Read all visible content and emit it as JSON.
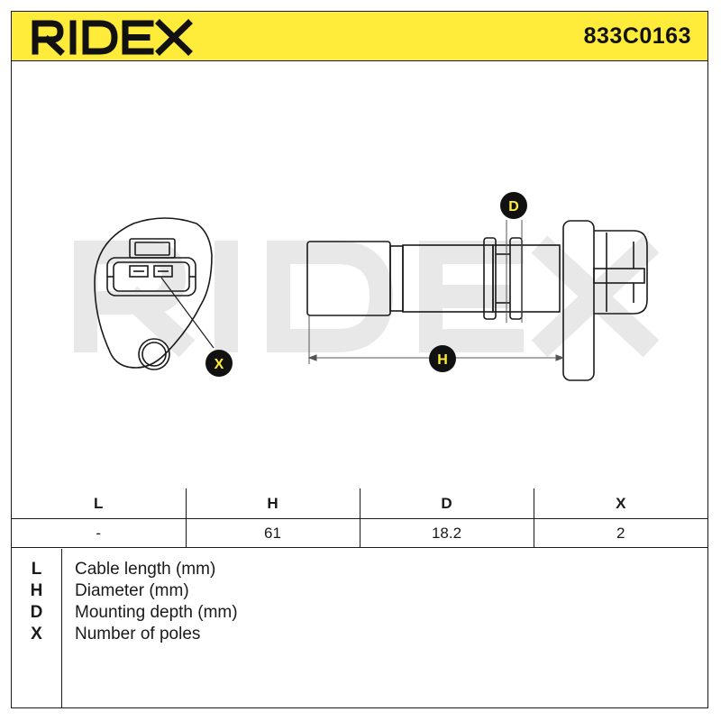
{
  "header": {
    "brand": "RIDEX",
    "part_number": "833C0163",
    "background_color": "#ffec3a"
  },
  "watermark": {
    "text": "RIDEX",
    "color": "#e6e6e6"
  },
  "drawing": {
    "callouts": {
      "D": "D",
      "H": "H",
      "X": "X"
    },
    "callout_color": "#111111"
  },
  "spec_table": {
    "headers": [
      "L",
      "H",
      "D",
      "X"
    ],
    "values": [
      "-",
      "61",
      "18.2",
      "2"
    ]
  },
  "legend": [
    {
      "key": "L",
      "description": "Cable length (mm)"
    },
    {
      "key": "H",
      "description": "Diameter (mm)"
    },
    {
      "key": "D",
      "description": "Mounting depth (mm)"
    },
    {
      "key": "X",
      "description": "Number of poles"
    }
  ]
}
